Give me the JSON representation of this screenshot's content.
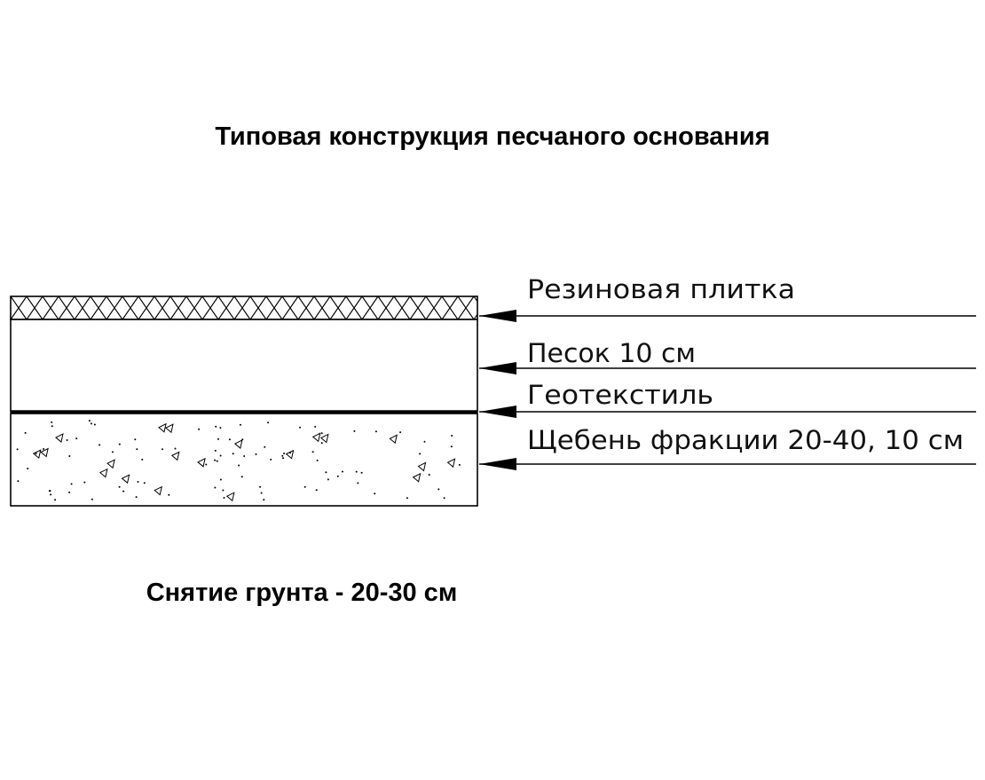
{
  "title": "Типовая конструкция песчаного основания",
  "note": "Снятие грунта - 20-30 см",
  "layers": [
    {
      "label": "Резиновая плитка",
      "pattern": "crosshatch"
    },
    {
      "label": "Песок 10 см",
      "pattern": "blank"
    },
    {
      "label": "Геотекстиль",
      "pattern": "line"
    },
    {
      "label": "Щебень фракции 20-40, 10 см",
      "pattern": "gravel"
    }
  ],
  "colors": {
    "line": "#000000",
    "background": "#ffffff"
  }
}
